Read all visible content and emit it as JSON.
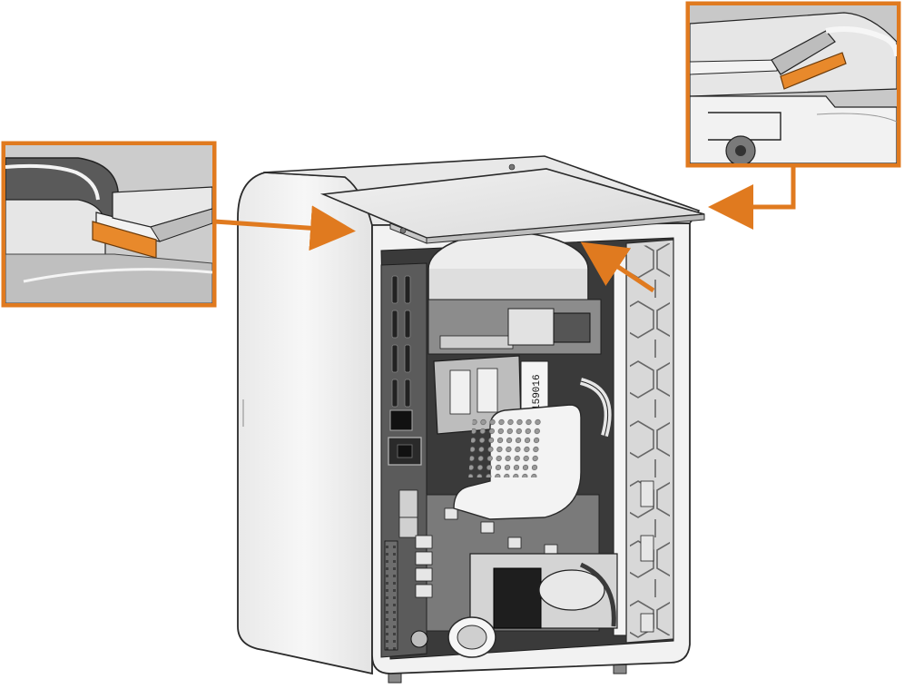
{
  "diagram": {
    "subject": "benchtop-instrument-rear-view-with-top-panel",
    "accent_color": "#e07a1f",
    "highlight_color": "#e8892b",
    "housing_color": "#f4f4f4",
    "outline_color": "#2a2a2a",
    "callouts": [
      {
        "id": "left-detail",
        "depicts": "left-rail-slot-with-highlighted-pad"
      },
      {
        "id": "right-detail",
        "depicts": "right-rail-slot-with-highlighted-pad"
      }
    ],
    "arrows": [
      {
        "id": "left-detail-arrow"
      },
      {
        "id": "right-detail-arrow"
      },
      {
        "id": "panel-arrow"
      }
    ],
    "labels": {
      "housing_sticker": "159016"
    }
  }
}
